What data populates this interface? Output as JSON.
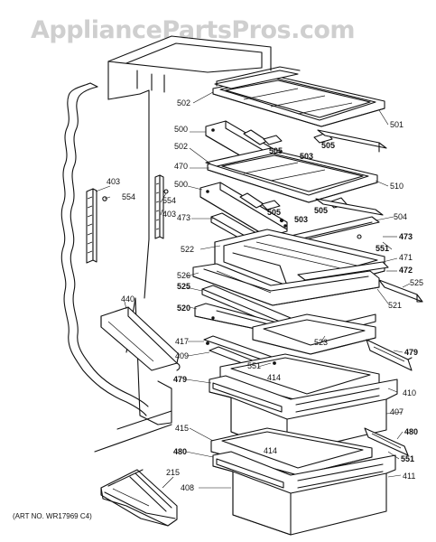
{
  "watermark": "AppliancePartsPros.com",
  "art_number": "(ART NO. WR17969 C4)",
  "part_labels": {
    "p502a": "502",
    "p501": "501",
    "p500a": "500",
    "p505a": "505",
    "p503a": "503",
    "p505b": "505",
    "p502b": "502",
    "p470": "470",
    "p510": "510",
    "p500b": "500",
    "p554a": "554",
    "p554b": "554",
    "p403a": "403",
    "p403b": "403",
    "p505c": "505",
    "p503b": "503",
    "p505d": "505",
    "p504": "504",
    "p473a": "473",
    "p473b": "473",
    "p551a": "551",
    "p522": "522",
    "p471": "471",
    "p472": "472",
    "p526": "526",
    "p525a": "525",
    "p525b": "525",
    "p521": "521",
    "p440": "440",
    "p520": "520",
    "p523": "523",
    "p417": "417",
    "p409": "409",
    "p479a": "479",
    "p479b": "479",
    "p551b": "551",
    "p414a": "414",
    "p410": "410",
    "p407": "407",
    "p415": "415",
    "p480a": "480",
    "p480b": "480",
    "p414b": "414",
    "p551c": "551",
    "p411": "411",
    "p408": "408",
    "p215": "215"
  }
}
